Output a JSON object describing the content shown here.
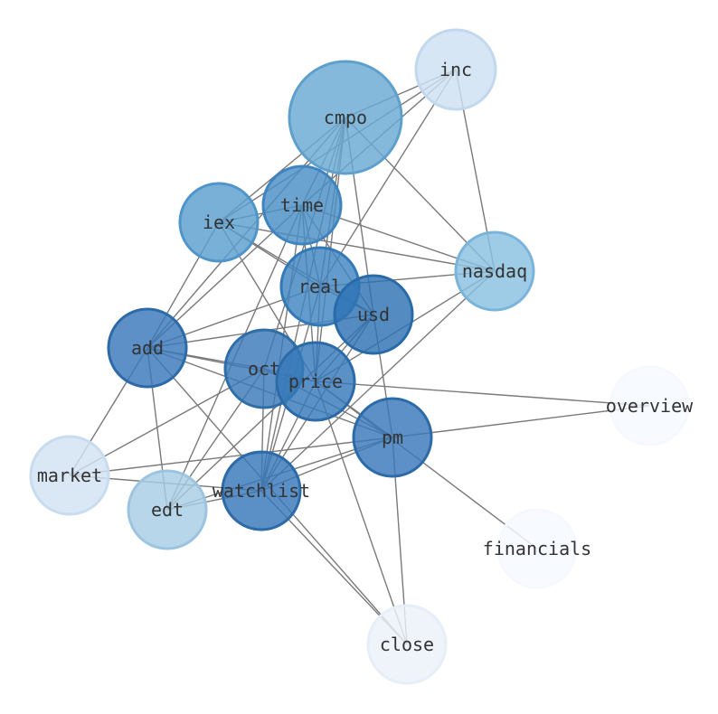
{
  "graph": {
    "nodes": [
      {
        "id": "cmpo",
        "label": "cmpo",
        "fill": "#6aaad4",
        "stroke": "#5e9fcc"
      },
      {
        "id": "inc",
        "label": "inc",
        "fill": "#cde0f1",
        "stroke": "#c2d8ee"
      },
      {
        "id": "time",
        "label": "time",
        "fill": "#4a8fc6",
        "stroke": "#3f84bf"
      },
      {
        "id": "iex",
        "label": "iex",
        "fill": "#5c9fcf",
        "stroke": "#4f95c9"
      },
      {
        "id": "nasdaq",
        "label": "nasdaq",
        "fill": "#89bfe0",
        "stroke": "#7ab4da"
      },
      {
        "id": "real",
        "label": "real",
        "fill": "#3f85c1",
        "stroke": "#3379b8"
      },
      {
        "id": "usd",
        "label": "usd",
        "fill": "#2e73b5",
        "stroke": "#2a6aa9"
      },
      {
        "id": "add",
        "label": "add",
        "fill": "#3877ba",
        "stroke": "#2d6aa8"
      },
      {
        "id": "oct",
        "label": "oct",
        "fill": "#3a7abb",
        "stroke": "#2f6ea9"
      },
      {
        "id": "price",
        "label": "price",
        "fill": "#3679ba",
        "stroke": "#2c6aa8"
      },
      {
        "id": "overview",
        "label": "overview",
        "fill": "#f5f9fe",
        "stroke": "#f5f9fe"
      },
      {
        "id": "pm",
        "label": "pm",
        "fill": "#3878ba",
        "stroke": "#2d6aa8"
      },
      {
        "id": "market",
        "label": "market",
        "fill": "#d2e3f3",
        "stroke": "#c8dcef"
      },
      {
        "id": "edt",
        "label": "edt",
        "fill": "#a7cde4",
        "stroke": "#9cc4df"
      },
      {
        "id": "watchlist",
        "label": "watchlist",
        "fill": "#3777b9",
        "stroke": "#2c6aa8"
      },
      {
        "id": "financials",
        "label": "financials",
        "fill": "#f5f9fe",
        "stroke": "#f5f9fe"
      },
      {
        "id": "close",
        "label": "close",
        "fill": "#ebf2fa",
        "stroke": "#e6eef8"
      }
    ],
    "edges": [
      [
        "cmpo",
        "inc"
      ],
      [
        "cmpo",
        "time"
      ],
      [
        "cmpo",
        "iex"
      ],
      [
        "cmpo",
        "real"
      ],
      [
        "cmpo",
        "usd"
      ],
      [
        "cmpo",
        "nasdaq"
      ],
      [
        "cmpo",
        "price"
      ],
      [
        "cmpo",
        "oct"
      ],
      [
        "cmpo",
        "add"
      ],
      [
        "cmpo",
        "watchlist"
      ],
      [
        "inc",
        "iex"
      ],
      [
        "inc",
        "time"
      ],
      [
        "inc",
        "nasdaq"
      ],
      [
        "inc",
        "real"
      ],
      [
        "time",
        "iex"
      ],
      [
        "time",
        "real"
      ],
      [
        "time",
        "usd"
      ],
      [
        "time",
        "nasdaq"
      ],
      [
        "time",
        "add"
      ],
      [
        "time",
        "price"
      ],
      [
        "time",
        "watchlist"
      ],
      [
        "time",
        "edt"
      ],
      [
        "iex",
        "real"
      ],
      [
        "iex",
        "usd"
      ],
      [
        "iex",
        "nasdaq"
      ],
      [
        "iex",
        "add"
      ],
      [
        "iex",
        "price"
      ],
      [
        "real",
        "nasdaq"
      ],
      [
        "real",
        "usd"
      ],
      [
        "real",
        "add"
      ],
      [
        "real",
        "price"
      ],
      [
        "real",
        "watchlist"
      ],
      [
        "usd",
        "add"
      ],
      [
        "usd",
        "price"
      ],
      [
        "usd",
        "pm"
      ],
      [
        "usd",
        "watchlist"
      ],
      [
        "usd",
        "edt"
      ],
      [
        "nasdaq",
        "price"
      ],
      [
        "nasdaq",
        "watchlist"
      ],
      [
        "add",
        "oct"
      ],
      [
        "add",
        "price"
      ],
      [
        "add",
        "pm"
      ],
      [
        "add",
        "market"
      ],
      [
        "add",
        "edt"
      ],
      [
        "add",
        "close"
      ],
      [
        "oct",
        "price"
      ],
      [
        "oct",
        "pm"
      ],
      [
        "oct",
        "market"
      ],
      [
        "oct",
        "edt"
      ],
      [
        "oct",
        "watchlist"
      ],
      [
        "price",
        "overview"
      ],
      [
        "price",
        "pm"
      ],
      [
        "price",
        "watchlist"
      ],
      [
        "price",
        "close"
      ],
      [
        "price",
        "financials"
      ],
      [
        "pm",
        "overview"
      ],
      [
        "pm",
        "market"
      ],
      [
        "pm",
        "watchlist"
      ],
      [
        "pm",
        "close"
      ],
      [
        "pm",
        "edt"
      ],
      [
        "market",
        "watchlist"
      ],
      [
        "edt",
        "watchlist"
      ],
      [
        "watchlist",
        "close"
      ]
    ]
  }
}
